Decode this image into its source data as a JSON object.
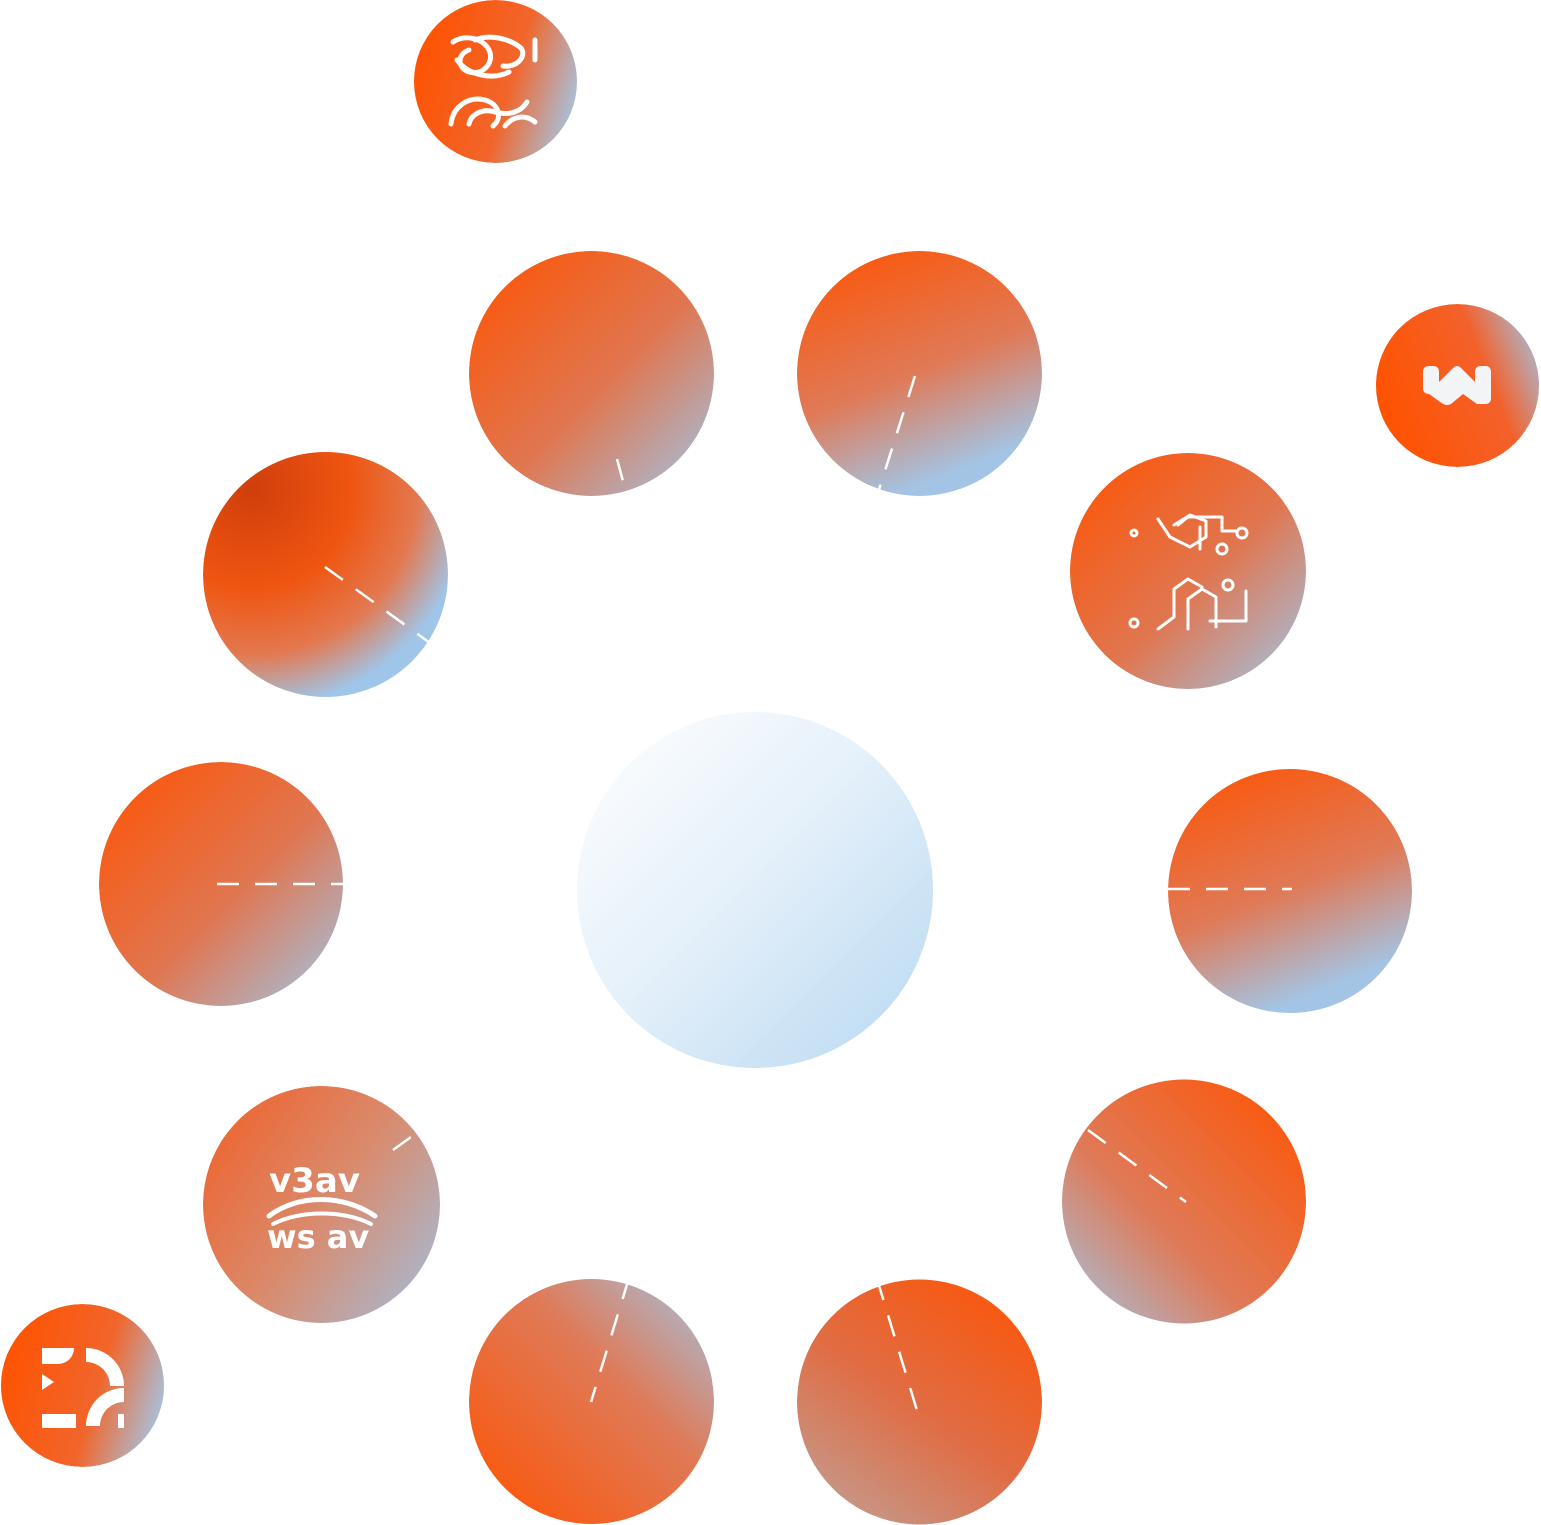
{
  "colors": {
    "accent": "#ff5200",
    "accent_mid": "#e07650",
    "fade": "#9fc6e9",
    "hub_light": "#ffffff",
    "hub_blue": "#b7d8f1",
    "line": "#ffffff"
  },
  "hub": {
    "icon": "none"
  },
  "ring_nodes": [
    {
      "id": "top-left",
      "icon": "none"
    },
    {
      "id": "top-right",
      "icon": "none"
    },
    {
      "id": "upper-left",
      "icon": "none"
    },
    {
      "id": "upper-right",
      "icon": "circuit-icon"
    },
    {
      "id": "left",
      "icon": "none"
    },
    {
      "id": "right",
      "icon": "none"
    },
    {
      "id": "lower-left",
      "icon": "wave-logo-icon"
    },
    {
      "id": "lower-right",
      "icon": "none"
    },
    {
      "id": "bottom-left",
      "icon": "none"
    },
    {
      "id": "bottom-right",
      "icon": "none"
    }
  ],
  "satellites": [
    {
      "id": "top",
      "icon": "knot-logo-icon"
    },
    {
      "id": "right",
      "icon": "w-logo-icon"
    },
    {
      "id": "bottom-left",
      "icon": "puzzle-logo-icon"
    }
  ]
}
